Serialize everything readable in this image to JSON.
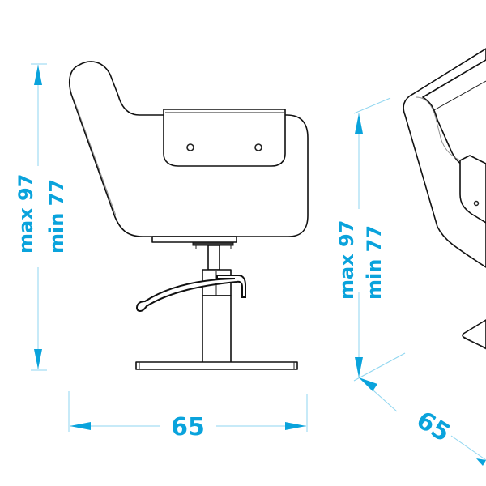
{
  "drawing": {
    "subject": "salon styling chair",
    "accent_color": "#0aa3dc",
    "dimension_line_color": "#8fd6f0"
  },
  "side_view": {
    "height_label_max": "max 97",
    "height_label_min": "min 77",
    "width_label": "65"
  },
  "perspective_view": {
    "height_label_max": "max 97",
    "height_label_min": "min 77",
    "depth_label": "65"
  }
}
